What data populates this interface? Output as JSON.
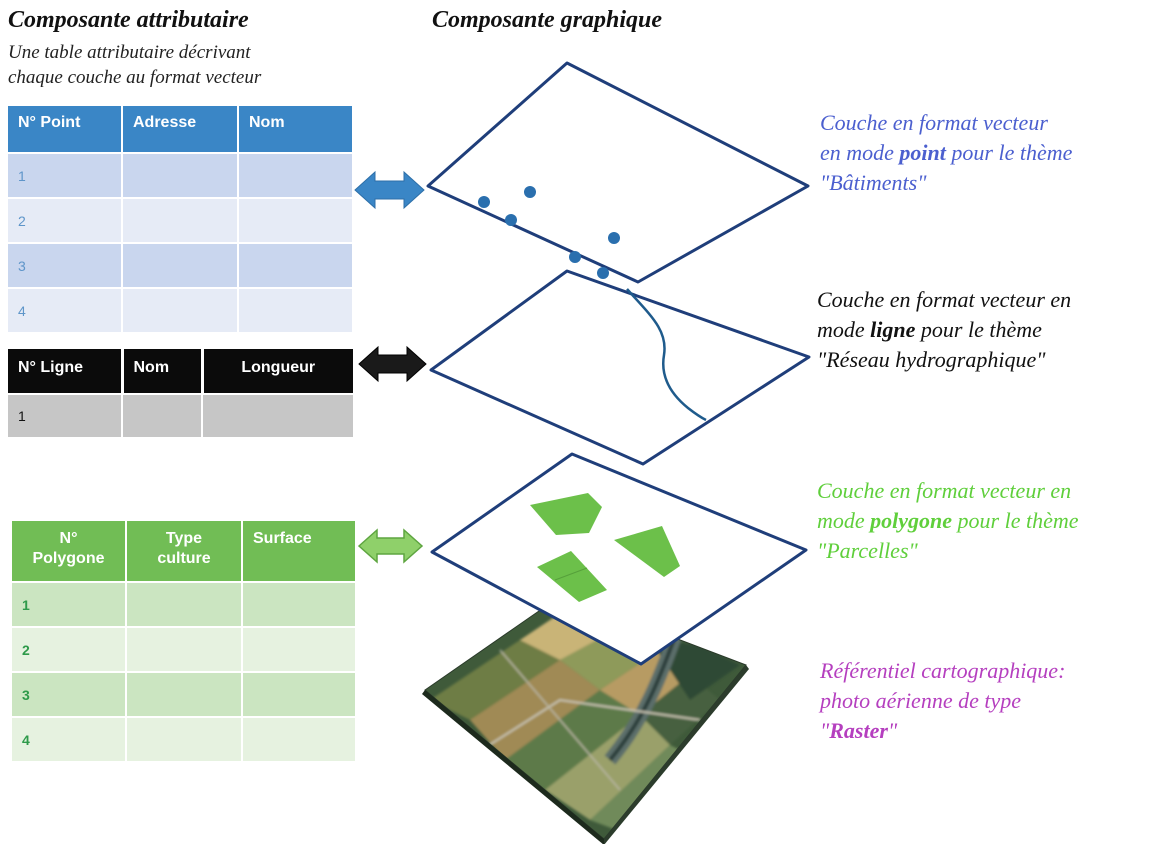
{
  "left_heading": "Composante attributaire",
  "left_subheading_line1": "Une table attributaire décrivant",
  "left_subheading_line2": "chaque couche au format vecteur",
  "right_heading": "Composante graphique",
  "colors": {
    "points_blue": "#3a86c6",
    "lines_black": "#0b0b0b",
    "polygons_green": "#71bd55",
    "caption_blue": "#4b5fcf",
    "caption_green": "#5fcf3b",
    "caption_purple": "#b53fbf"
  },
  "tables": {
    "points": {
      "headers": [
        "N° Point",
        "Adresse",
        "Nom"
      ],
      "rows": [
        "1",
        "2",
        "3",
        "4"
      ]
    },
    "lines": {
      "headers": [
        "N° Ligne",
        "Nom",
        "Longueur"
      ],
      "rows": [
        "1"
      ]
    },
    "polygons": {
      "headers": [
        "N° Polygone",
        "Type culture",
        "Surface"
      ],
      "header_lines": [
        [
          "N°",
          "Polygone"
        ],
        [
          "Type",
          "culture"
        ],
        [
          "Surface"
        ]
      ],
      "rows": [
        "1",
        "2",
        "3",
        "4"
      ]
    }
  },
  "captions": {
    "points": {
      "line1": "Couche en format vecteur",
      "line2_pre": "en mode ",
      "line2_bold": "point",
      "line2_post": " pour le thème",
      "line3": "\"Bâtiments\""
    },
    "lines": {
      "line1": "Couche en format vecteur en",
      "line2_pre": "mode ",
      "line2_bold": "ligne",
      "line2_post": " pour le thème",
      "line3": "\"Réseau hydrographique\""
    },
    "polygons": {
      "line1": "Couche en format vecteur en",
      "line2_pre": "mode ",
      "line2_bold": "polygone",
      "line2_post": " pour le thème",
      "line3": "\"Parcelles\""
    },
    "raster": {
      "line1": "Référentiel cartographique:",
      "line2": "photo aérienne de type",
      "line3_quote_open": "\"",
      "line3_bold": "Raster",
      "line3_quote_close": "\""
    }
  },
  "arrows": [
    "arrow-points",
    "arrow-lines",
    "arrow-polygons"
  ],
  "layer_icons": [
    "points-layer",
    "lines-layer",
    "polygons-layer",
    "raster-layer"
  ]
}
